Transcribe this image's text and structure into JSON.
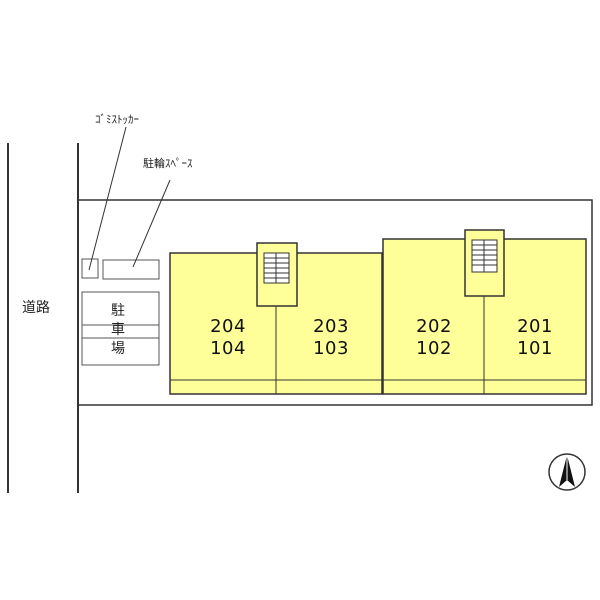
{
  "labels": {
    "garbage": "ｺﾞﾐｽﾄｯｶｰ",
    "bicycle": "駐輪ｽﾍﾟｰｽ",
    "road": "道路",
    "parking": [
      "駐",
      "車",
      "場"
    ]
  },
  "units": [
    {
      "upper": "204",
      "lower": "104"
    },
    {
      "upper": "203",
      "lower": "103"
    },
    {
      "upper": "202",
      "lower": "102"
    },
    {
      "upper": "201",
      "lower": "101"
    }
  ],
  "colors": {
    "line": "#333333",
    "building": "#ffff99",
    "background": "#ffffff"
  },
  "icons": [
    "north-arrow-icon",
    "stair-icon"
  ]
}
